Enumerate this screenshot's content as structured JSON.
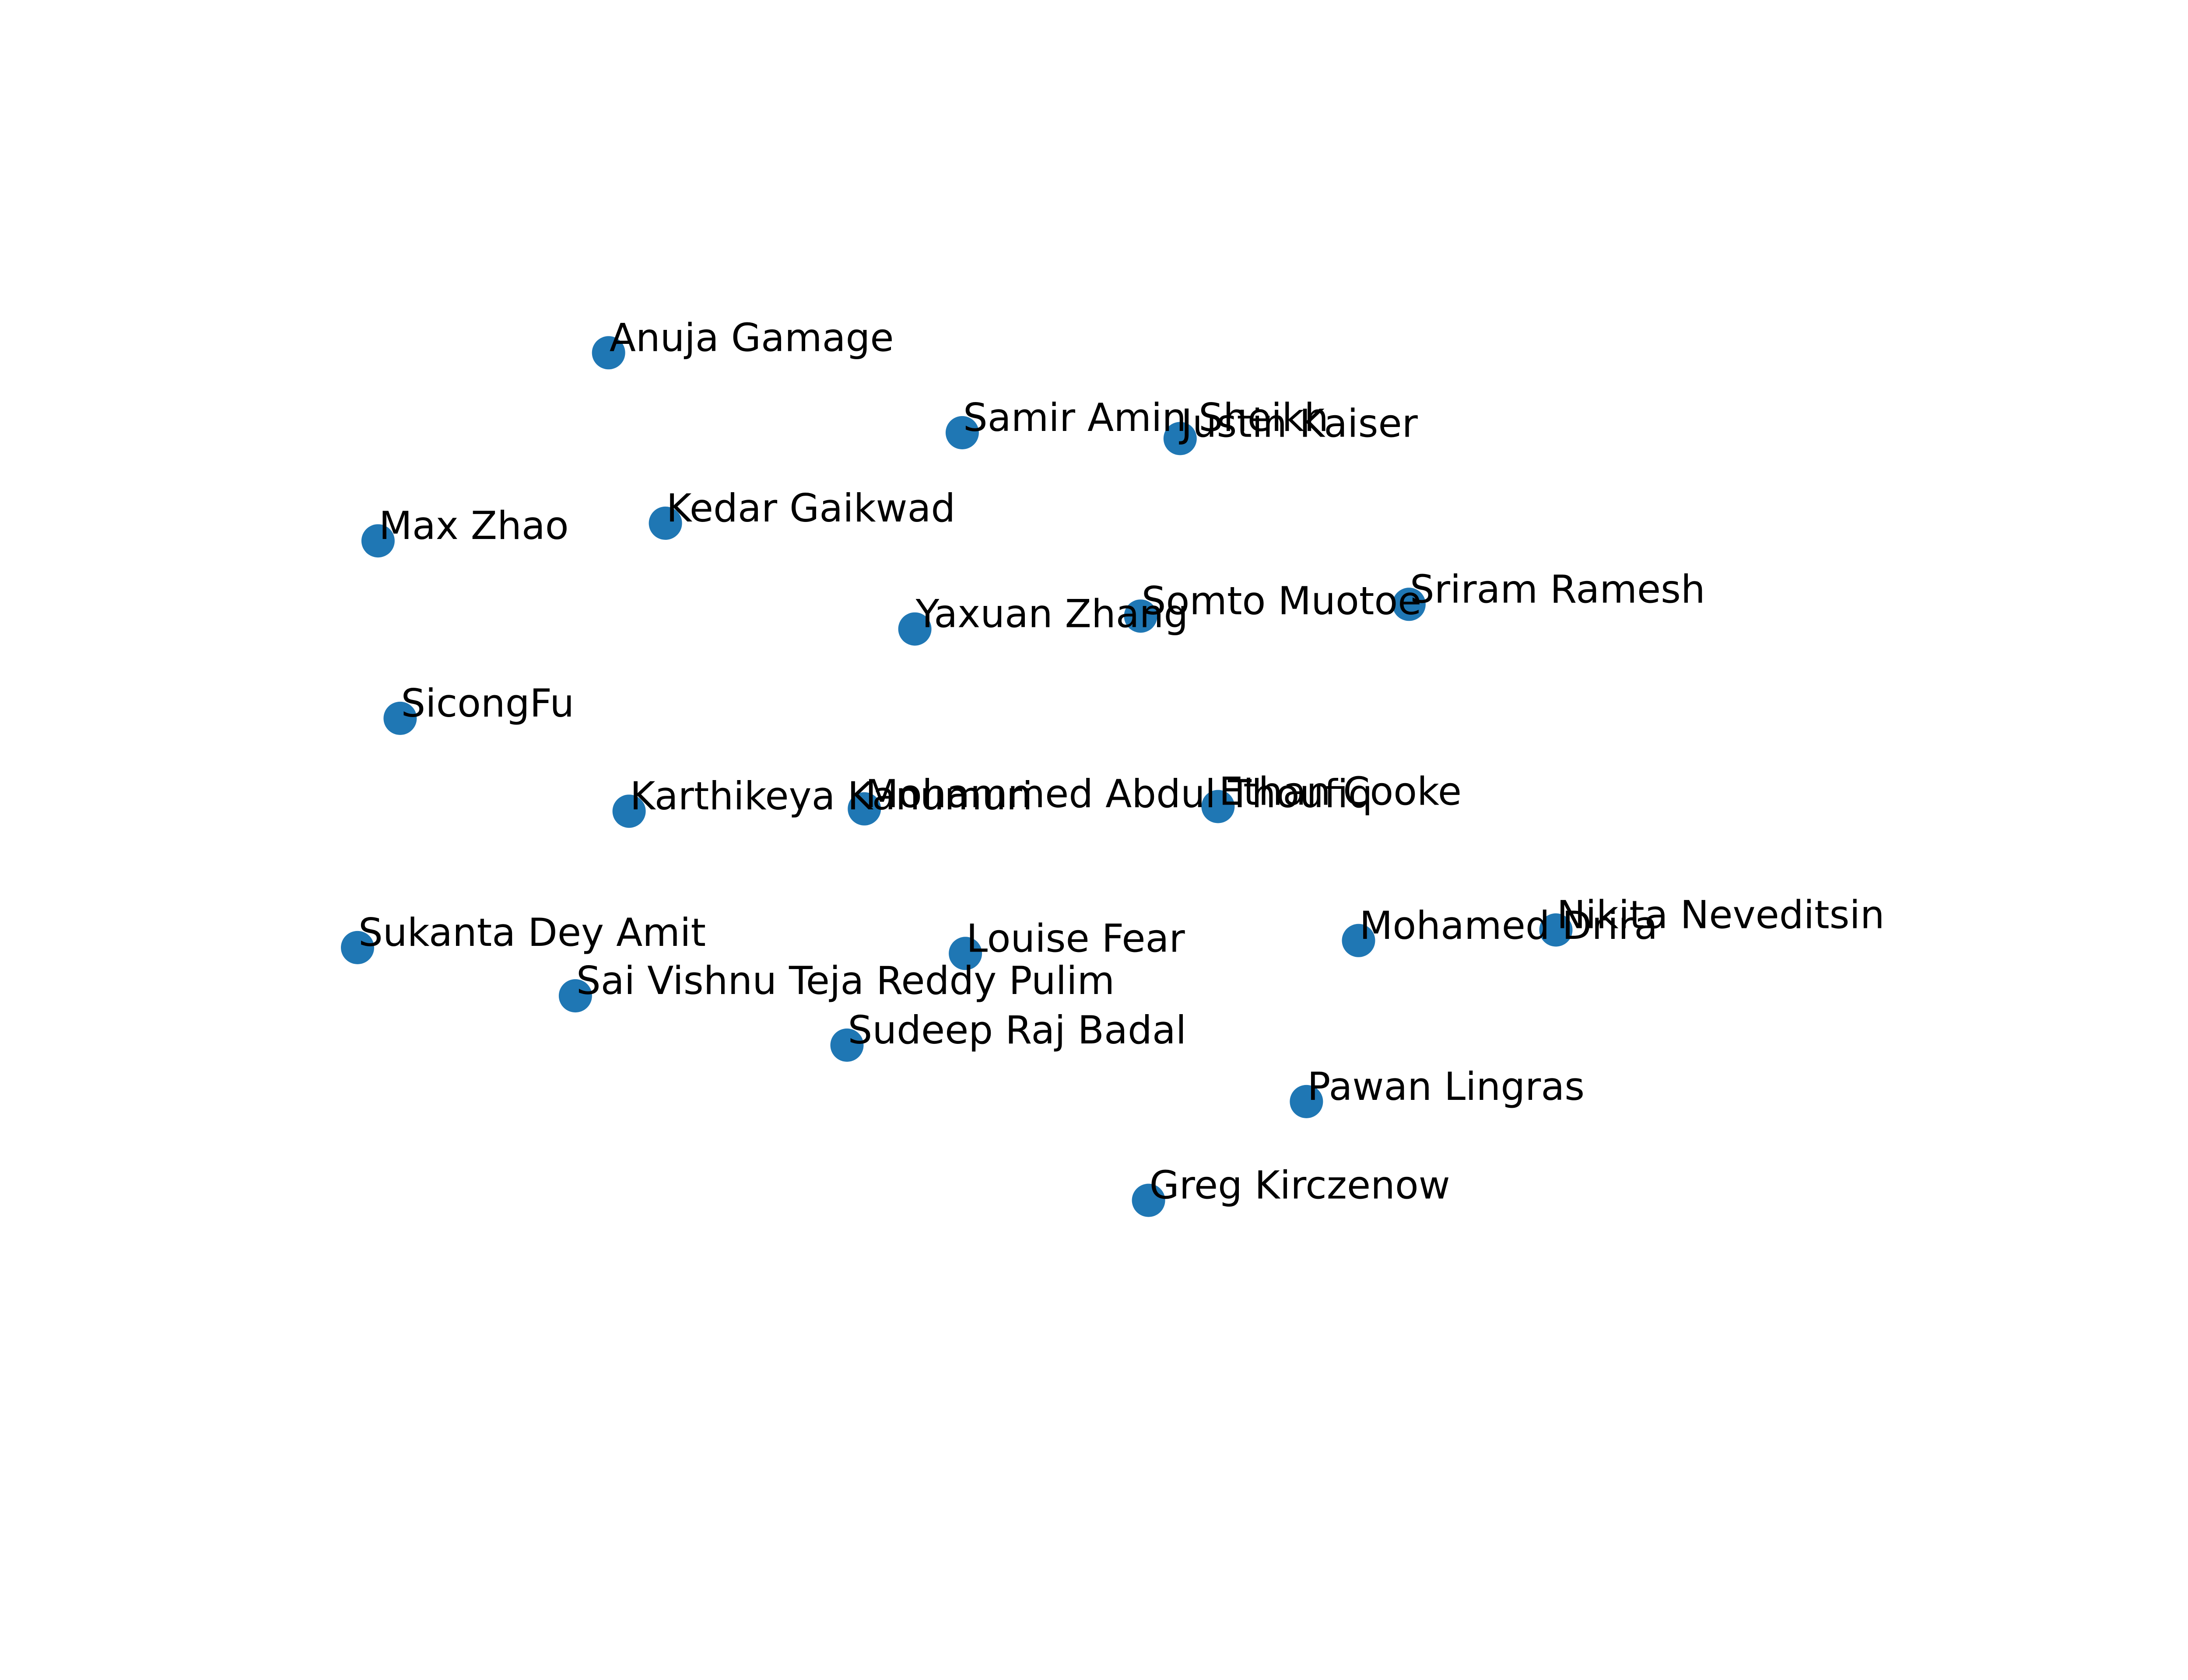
{
  "chart_data": {
    "type": "scatter",
    "title": "",
    "xlabel": "",
    "ylabel": "",
    "axes_visible": false,
    "grid": false,
    "legend": "none",
    "marker_color": "#1f77b4",
    "label_color": "#000000",
    "xlim": [
      0,
      1
    ],
    "ylim": [
      0,
      1
    ],
    "points": [
      {
        "label": "Anuja Gamage",
        "x": 0.159,
        "y": 0.921
      },
      {
        "label": "Samir Amin Sheikh",
        "x": 0.383,
        "y": 0.853
      },
      {
        "label": "Justin Kaiser",
        "x": 0.521,
        "y": 0.848
      },
      {
        "label": "Kedar Gaikwad",
        "x": 0.195,
        "y": 0.776
      },
      {
        "label": "Max Zhao",
        "x": 0.013,
        "y": 0.761
      },
      {
        "label": "Yaxuan Zhang",
        "x": 0.353,
        "y": 0.686
      },
      {
        "label": "Somto Muotoe",
        "x": 0.496,
        "y": 0.697
      },
      {
        "label": "Sriram Ramesh",
        "x": 0.666,
        "y": 0.707
      },
      {
        "label": "SicongFu",
        "x": 0.027,
        "y": 0.61
      },
      {
        "label": "Karthikeya Kanumuri",
        "x": 0.172,
        "y": 0.531
      },
      {
        "label": "Mohammed Abdul Thoufiq",
        "x": 0.321,
        "y": 0.533
      },
      {
        "label": "Ethan Cooke",
        "x": 0.545,
        "y": 0.535
      },
      {
        "label": "Nikita Neveditsin",
        "x": 0.759,
        "y": 0.43
      },
      {
        "label": "Mohamed Drira",
        "x": 0.634,
        "y": 0.421
      },
      {
        "label": "Sukanta Dey Amit",
        "x": 0.0,
        "y": 0.415
      },
      {
        "label": "Louise Fear",
        "x": 0.385,
        "y": 0.41
      },
      {
        "label": "Sai Vishnu Teja Reddy Pulim",
        "x": 0.138,
        "y": 0.374
      },
      {
        "label": "Sudeep Raj Badal",
        "x": 0.31,
        "y": 0.332
      },
      {
        "label": "Pawan Lingras",
        "x": 0.601,
        "y": 0.284
      },
      {
        "label": "Greg Kirczenow",
        "x": 0.501,
        "y": 0.2
      }
    ]
  }
}
